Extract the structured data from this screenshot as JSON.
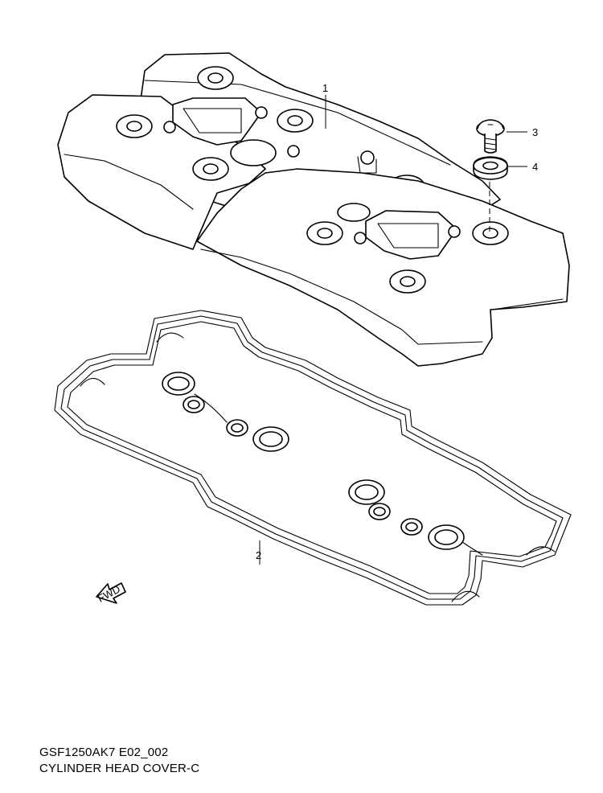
{
  "callouts": [
    {
      "id": "1",
      "label": "1"
    },
    {
      "id": "2",
      "label": "2"
    },
    {
      "id": "3",
      "label": "3"
    },
    {
      "id": "4",
      "label": "4"
    }
  ],
  "direction_arrow": {
    "label": "FWD"
  },
  "footer": {
    "code": "GSF1250AK7 E02_002",
    "title": "CYLINDER HEAD COVER-C"
  }
}
